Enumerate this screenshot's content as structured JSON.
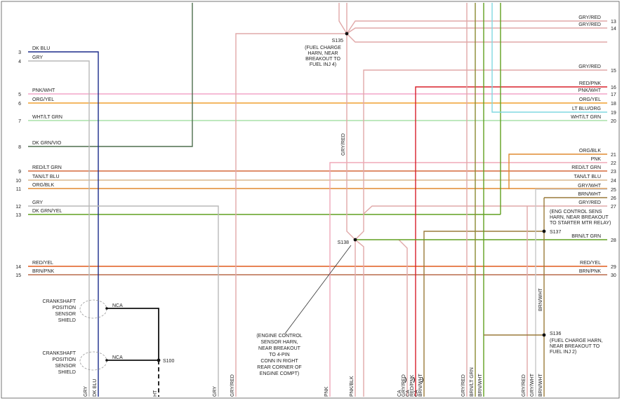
{
  "diagram": {
    "left_wires": [
      {
        "pin": "3",
        "label": "DK BLU",
        "color": "#1a2a8a"
      },
      {
        "pin": "4",
        "label": "GRY",
        "color": "#b9b9b9"
      },
      {
        "pin": "5",
        "label": "PNK/WHT",
        "color": "#f4a6c8"
      },
      {
        "pin": "6",
        "label": "ORG/YEL",
        "color": "#f0a030"
      },
      {
        "pin": "7",
        "label": "WHT/LT GRN",
        "color": "#a8e0a8"
      },
      {
        "pin": "8",
        "label": "DK GRN/VIO",
        "color": "#4e6e4e"
      },
      {
        "pin": "9",
        "label": "RED/LT GRN",
        "color": "#d66a3c"
      },
      {
        "pin": "10",
        "label": "TAN/LT BLU",
        "color": "#d8b890"
      },
      {
        "pin": "11",
        "label": "ORG/BLK",
        "color": "#e08a30"
      },
      {
        "pin": "12",
        "label": "GRY",
        "color": "#b9b9b9"
      },
      {
        "pin": "13",
        "label": "DK GRN/YEL",
        "color": "#60a020"
      },
      {
        "pin": "14",
        "label": "RED/YEL",
        "color": "#e05a1c"
      },
      {
        "pin": "15",
        "label": "BRN/PNK",
        "color": "#b86a4a"
      }
    ],
    "right_wires": [
      {
        "pin": "13",
        "label": "GRY/RED",
        "color": "#e0a8a8"
      },
      {
        "pin": "14",
        "label": "GRY/RED",
        "color": "#e0a8a8"
      },
      {
        "pin": "15",
        "label": "GRY/RED",
        "color": "#e0a8a8"
      },
      {
        "pin": "16",
        "label": "RED/PNK",
        "color": "#d8202a"
      },
      {
        "pin": "17",
        "label": "PNK/WHT",
        "color": "#f4a6c8"
      },
      {
        "pin": "18",
        "label": "ORG/YEL",
        "color": "#f0a030"
      },
      {
        "pin": "19",
        "label": "LT BLU/ORG",
        "color": "#80d8e0"
      },
      {
        "pin": "20",
        "label": "WHT/LT GRN",
        "color": "#a8e0a8"
      },
      {
        "pin": "21",
        "label": "ORG/BLK",
        "color": "#e08a30"
      },
      {
        "pin": "22",
        "label": "PNK",
        "color": "#f0a8b8"
      },
      {
        "pin": "23",
        "label": "RED/LT GRN",
        "color": "#d66a3c"
      },
      {
        "pin": "24",
        "label": "TAN/LT BLU",
        "color": "#d8b890"
      },
      {
        "pin": "25",
        "label": "GRY/WHT",
        "color": "#c8c8c8"
      },
      {
        "pin": "26",
        "label": "BRN/WHT",
        "color": "#9a7a3a"
      },
      {
        "pin": "27",
        "label": "GRY/RED",
        "color": "#e0a8a8"
      },
      {
        "pin": "28",
        "label": "BRN/LT GRN",
        "color": "#8a8a30"
      },
      {
        "pin": "29",
        "label": "RED/YEL",
        "color": "#e05a1c"
      },
      {
        "pin": "30",
        "label": "BRN/PNK",
        "color": "#b86a4a"
      }
    ],
    "splices": {
      "s135": {
        "id": "S135",
        "note": [
          "(FUEL CHARGE",
          "HARN, NEAR",
          "BREAKOUT TO",
          "FUEL INJ 4)"
        ]
      },
      "s138": {
        "id": "S138"
      },
      "s137": {
        "id": "S137",
        "note": [
          "(ENG CONTROL SENS",
          "HARN, NEAR BREAKOUT",
          "TO STARTER MTR RELAY)"
        ]
      },
      "s136": {
        "id": "S136",
        "note": [
          "(FUEL CHARGE HARN,",
          "NEAR BREAKOUT TO",
          "FUEL INJ 2)"
        ]
      },
      "s100": {
        "id": "S100"
      }
    },
    "s138_callout": [
      "(ENGINE CONTROL",
      "SENSOR HARN,",
      "NEAR BREAKOUT",
      "TO 4-PIN",
      "CONN IN RIGHT",
      "REAR CORNER OF",
      "ENGINE COMPT)"
    ],
    "shields": [
      {
        "lines": [
          "CRANKSHAFT",
          "POSITION",
          "SENSOR",
          "SHIELD"
        ],
        "nca": "NCA"
      },
      {
        "lines": [
          "CRANKSHAFT",
          "POSITION",
          "SENSOR",
          "SHIELD"
        ],
        "nca": "NCA"
      }
    ],
    "vertical_labels": {
      "gry_red_mid": "GRY/RED",
      "brn_wht_right": "BRN/WHT",
      "bottom": [
        "GRY",
        "DK BLU",
        "HT",
        "GRY",
        "GRY/RED",
        "PNK",
        "PNK/BLK",
        "GRY/RED",
        "RED/PNK",
        "BRN/WHT",
        "GRY/RED",
        "BRN/LT GRN",
        "BRN/WHT",
        "GRY/RED",
        "GRY/WHT",
        "BRN/WHT"
      ],
      "connector_pins": [
        "CA",
        "CA",
        "CA"
      ]
    }
  }
}
